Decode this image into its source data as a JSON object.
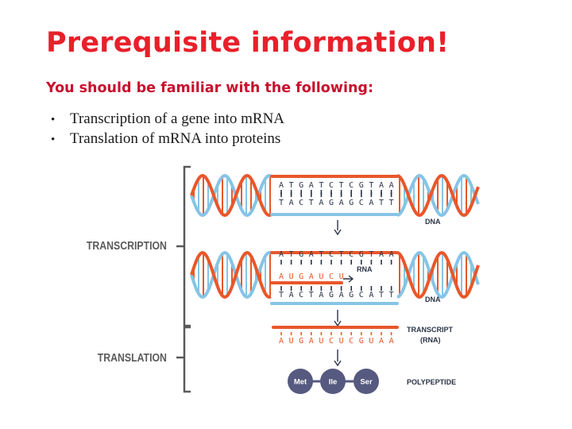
{
  "slide": {
    "title": "Prerequisite information!",
    "subtitle": "You should be familiar with the following:",
    "bullets": [
      "Transcription of a gene into mRNA",
      "Translation of mRNA into proteins"
    ]
  },
  "diagram": {
    "transcription_label": "TRANSCRIPTION",
    "translation_label": "TRANSLATION",
    "dna_label": "DNA",
    "rna_label": "RNA",
    "transcript_label_1": "TRANSCRIPT",
    "transcript_label_2": "(RNA)",
    "polypeptide_label": "POLYPEPTIDE",
    "dna_top_bases": [
      "A",
      "T",
      "G",
      "A",
      "T",
      "C",
      "T",
      "C",
      "G",
      "T",
      "A",
      "A"
    ],
    "dna_bottom_bases": [
      "T",
      "A",
      "C",
      "T",
      "A",
      "G",
      "A",
      "G",
      "C",
      "A",
      "T",
      "T"
    ],
    "rna_bases": [
      "A",
      "U",
      "G",
      "A",
      "U",
      "C",
      "U"
    ],
    "transcript_bases": [
      "A",
      "U",
      "G",
      "A",
      "U",
      "C",
      "U",
      "C",
      "G",
      "U",
      "A",
      "A"
    ],
    "amino_acids": [
      "Met",
      "Ile",
      "Ser"
    ],
    "colors": {
      "orange": "#e8572a",
      "blue": "#86c4e6",
      "dark": "#2a3446",
      "gray": "#5a5a5a",
      "bead": "#565a80"
    }
  }
}
